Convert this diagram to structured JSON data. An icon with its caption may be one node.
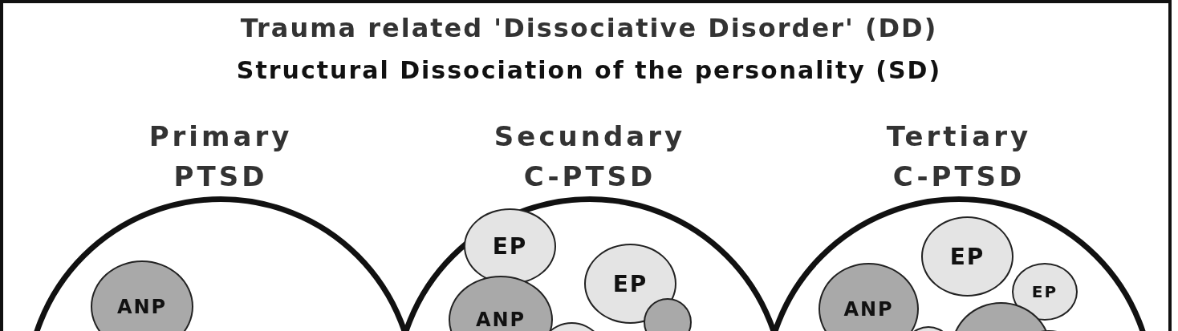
{
  "diagram": {
    "title": "Trauma related 'Dissociative Disorder' (DD)",
    "nodes": [
      {
        "text": [
          "Primary",
          "PTSD"
        ]
      },
      {
        "text": [
          "ANP"
        ],
        "in": 0
      },
      {
        "text": [
          "Secundary",
          "C-PTSD"
        ]
      },
      {
        "text": [
          "EP"
        ],
        "in": 2
      },
      {
        "text": [
          "ANP"
        ],
        "in": 2
      },
      {
        "text": [
          "EP"
        ],
        "in": 2
      },
      {
        "text": [],
        "shape": "circle",
        "in": 2
      },
      {
        "text": [],
        "shape": "circle",
        "in": 2
      },
      {
        "text": [
          "Tertiary",
          "C-PTSD"
        ]
      },
      {
        "text": [
          "EP"
        ],
        "in": 8
      },
      {
        "text": [
          "ANP"
        ],
        "in": 8
      },
      {
        "text": [
          "EP"
        ],
        "in": 8
      },
      {
        "text": [],
        "shape": "circle",
        "in": 8
      },
      {
        "text": [],
        "shape": "circle",
        "in": 8
      },
      {
        "text": [],
        "shape": "circle",
        "in": 8
      }
    ],
    "labels": [
      "Structural Dissociation of the personality (SD)"
    ]
  }
}
